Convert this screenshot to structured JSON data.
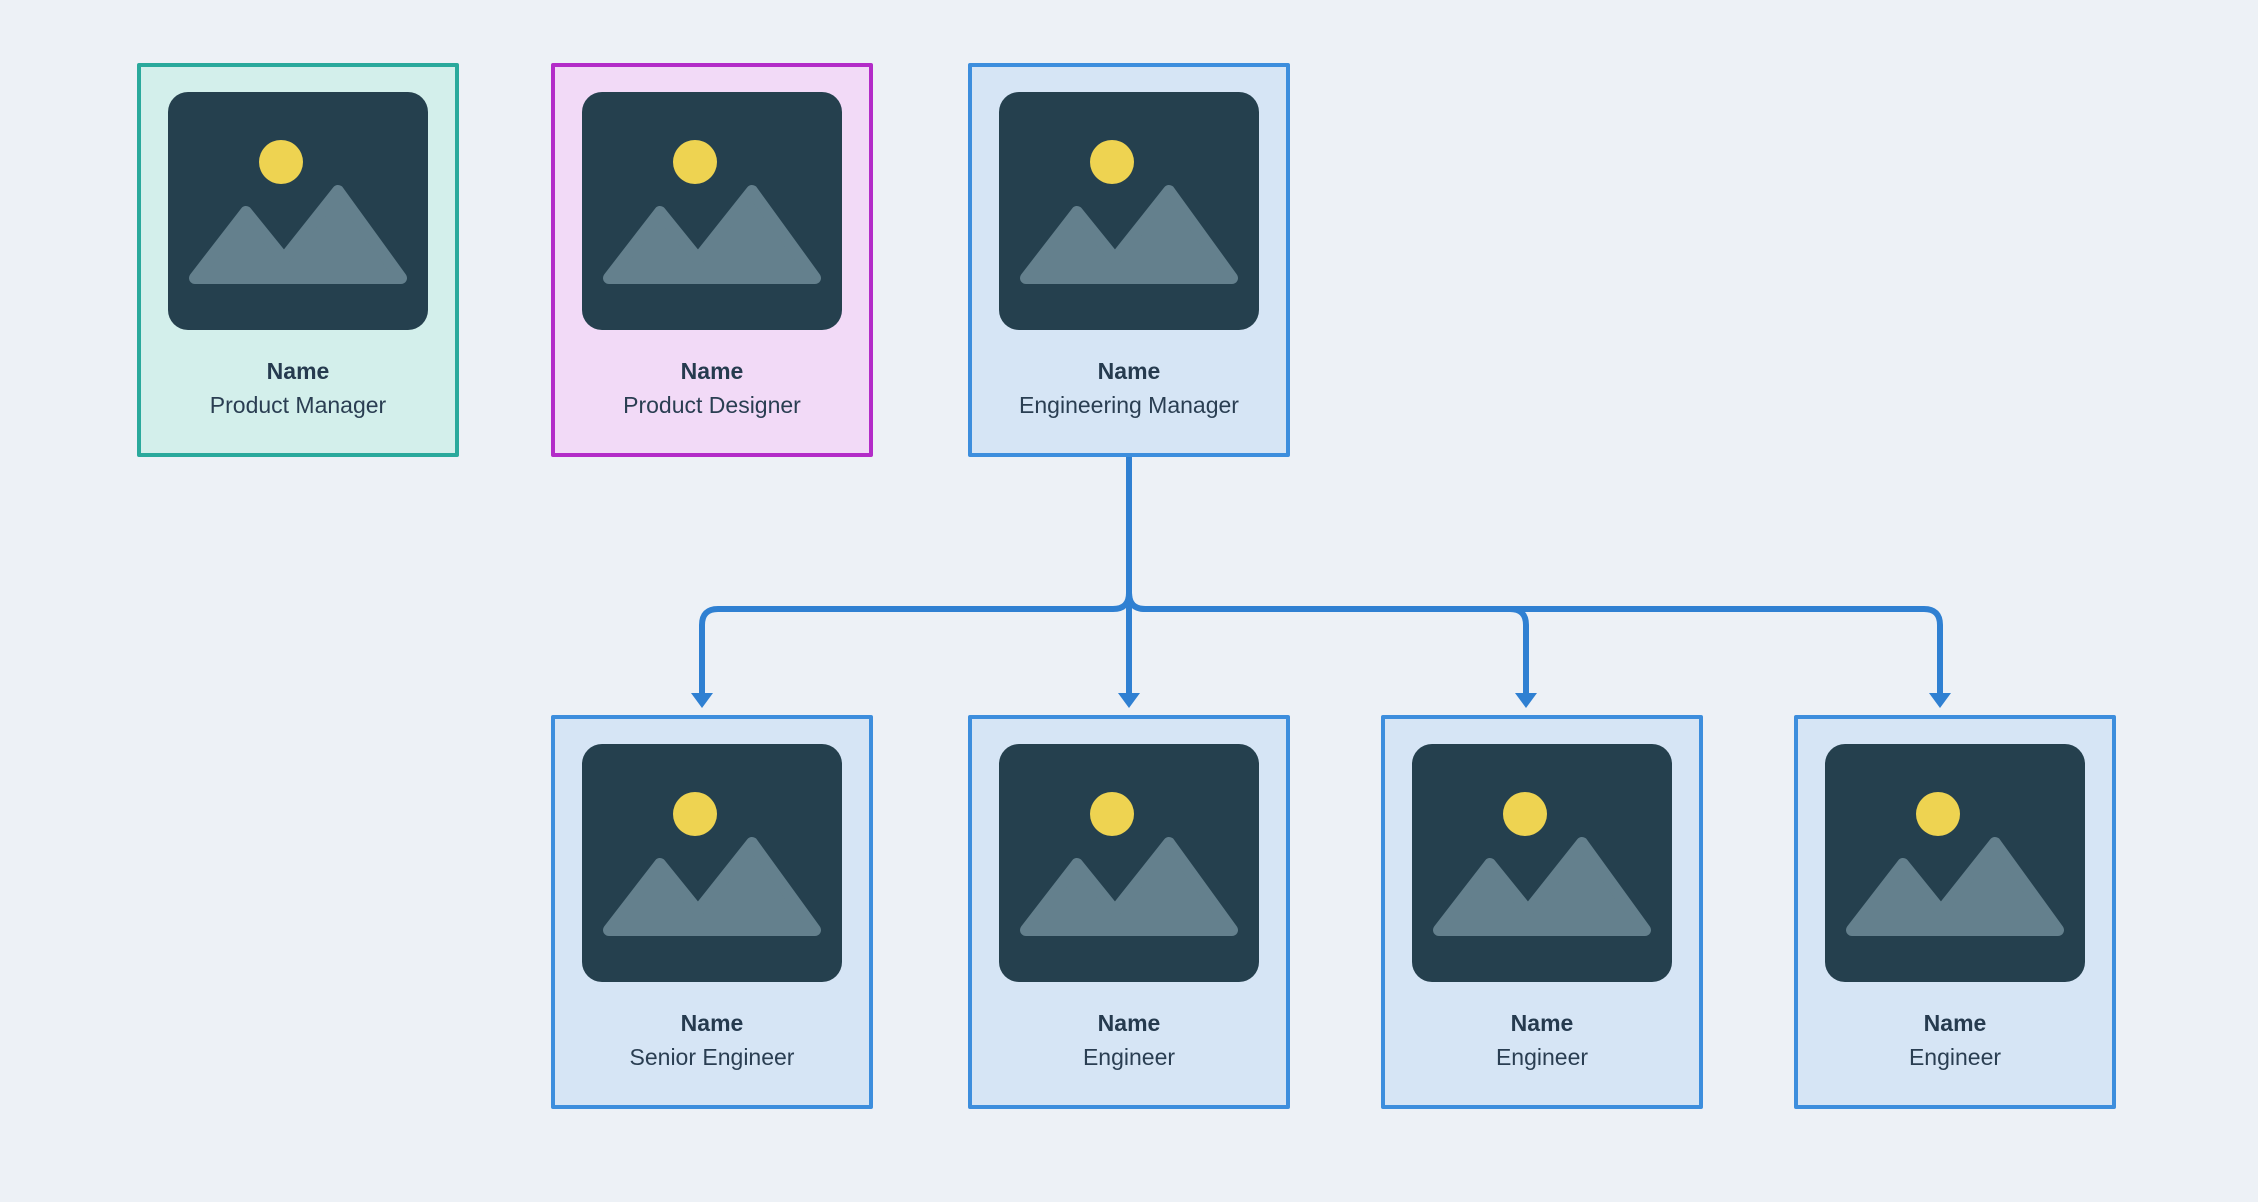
{
  "diagram": {
    "type": "org-chart",
    "background_color": "#edf1f6",
    "connector_color": "#2f80d2",
    "text_color": "#263b4f"
  },
  "cards": [
    {
      "name": "Name",
      "role": "Product Manager",
      "theme": "teal",
      "border_color": "#2aa99c",
      "fill_color": "#d3efeb"
    },
    {
      "name": "Name",
      "role": "Product Designer",
      "theme": "pink",
      "border_color": "#b32cc8",
      "fill_color": "#f2daf7"
    },
    {
      "name": "Name",
      "role": "Engineering Manager",
      "theme": "blue",
      "border_color": "#3d8edd",
      "fill_color": "#d6e5f5"
    },
    {
      "name": "Name",
      "role": "Senior Engineer",
      "theme": "blue",
      "border_color": "#3d8edd",
      "fill_color": "#d6e5f5"
    },
    {
      "name": "Name",
      "role": "Engineer",
      "theme": "blue",
      "border_color": "#3d8edd",
      "fill_color": "#d6e5f5"
    },
    {
      "name": "Name",
      "role": "Engineer",
      "theme": "blue",
      "border_color": "#3d8edd",
      "fill_color": "#d6e5f5"
    },
    {
      "name": "Name",
      "role": "Engineer",
      "theme": "blue",
      "border_color": "#3d8edd",
      "fill_color": "#d6e5f5"
    }
  ],
  "photo_placeholder_icon": {
    "background_color": "#25404e",
    "sun_color": "#eed351",
    "mountain_color": "#64808d"
  },
  "connections": [
    {
      "from": "Engineering Manager",
      "to": "Senior Engineer"
    },
    {
      "from": "Engineering Manager",
      "to": "Engineer"
    },
    {
      "from": "Engineering Manager",
      "to": "Engineer"
    },
    {
      "from": "Engineering Manager",
      "to": "Engineer"
    }
  ]
}
